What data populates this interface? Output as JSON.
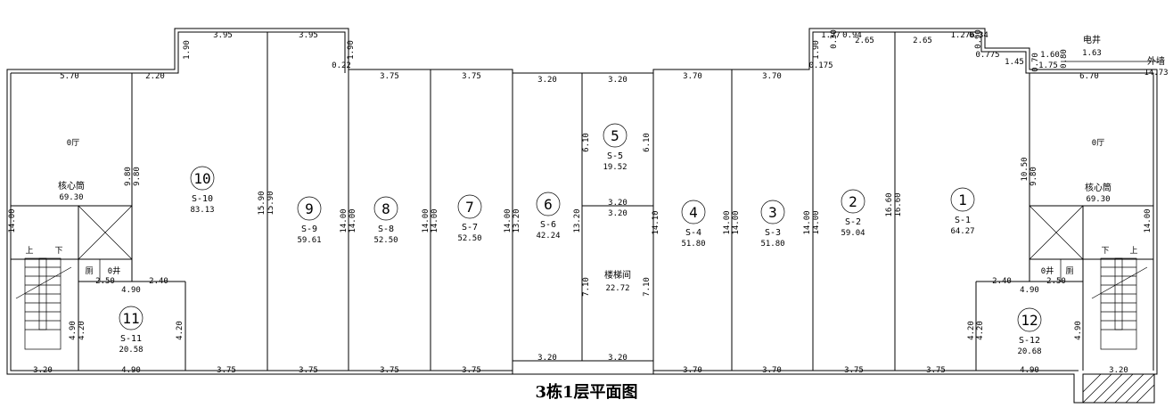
{
  "title": "3栋1层平面图",
  "units": [
    {
      "num": "1",
      "code": "S-1",
      "area": "64.27"
    },
    {
      "num": "2",
      "code": "S-2",
      "area": "59.04"
    },
    {
      "num": "3",
      "code": "S-3",
      "area": "51.80"
    },
    {
      "num": "4",
      "code": "S-4",
      "area": "51.80"
    },
    {
      "num": "5",
      "code": "S-5",
      "area": "19.52"
    },
    {
      "num": "6",
      "code": "S-6",
      "area": "42.24"
    },
    {
      "num": "7",
      "code": "S-7",
      "area": "52.50"
    },
    {
      "num": "8",
      "code": "S-8",
      "area": "52.50"
    },
    {
      "num": "9",
      "code": "S-9",
      "area": "59.61"
    },
    {
      "num": "10",
      "code": "S-10",
      "area": "83.13"
    },
    {
      "num": "11",
      "code": "S-11",
      "area": "20.58"
    },
    {
      "num": "12",
      "code": "S-12",
      "area": "20.68"
    }
  ],
  "rooms": {
    "core_left": {
      "label": "核心筒",
      "area": "69.30"
    },
    "core_right": {
      "label": "核心筒",
      "area": "69.30"
    },
    "stair_hall": {
      "label": "楼梯间",
      "area": "22.72"
    },
    "hall_left": "0厅",
    "hall_right": "0厅",
    "shaft": {
      "label": "电井",
      "value": "1.63"
    },
    "ext_wall": {
      "label": "外墙",
      "value": "14.73"
    },
    "small_left": [
      "厕",
      "0井"
    ],
    "small_right": [
      "0井",
      "厕"
    ],
    "stair_marks_left": [
      "上",
      "下"
    ],
    "stair_marks_right": [
      "下",
      "上"
    ]
  },
  "dims": {
    "top": [
      "5.70",
      "2.20",
      "3.95",
      "3.95",
      "0.22",
      "3.75",
      "3.75",
      "3.20",
      "3.20",
      "3.70",
      "3.70",
      "0.175",
      "2.65",
      "2.65",
      "0.775",
      "1.45",
      "1.75",
      "6.70",
      "1.27",
      "0.94",
      "1.276",
      "0.34",
      "1.60"
    ],
    "top_vert": [
      "1.90",
      "1.90",
      "1.90",
      "0.90",
      "0.30",
      "0.70",
      "0.80"
    ],
    "bottom": [
      "3.20",
      "4.90",
      "3.75",
      "3.75",
      "3.75",
      "3.75",
      "3.20",
      "3.20",
      "3.70",
      "3.70",
      "3.75",
      "3.75",
      "4.90",
      "3.20"
    ],
    "inner_h": [
      "2.50",
      "4.90",
      "2.40",
      "3.20",
      "3.20",
      "2.40",
      "4.90",
      "2.50"
    ],
    "vertical": [
      "14.00",
      "9.80",
      "9.80",
      "15.90",
      "15.90",
      "14.00",
      "14.00",
      "14.00",
      "14.00",
      "14.00",
      "13.20",
      "13.20",
      "6.10",
      "6.10",
      "7.10",
      "7.10",
      "14.10",
      "14.00",
      "14.00",
      "14.00",
      "14.00",
      "16.60",
      "16.60",
      "10.50",
      "9.80",
      "14.00",
      "4.90",
      "4.20",
      "4.20",
      "4.20",
      "4.20",
      "4.90"
    ]
  }
}
